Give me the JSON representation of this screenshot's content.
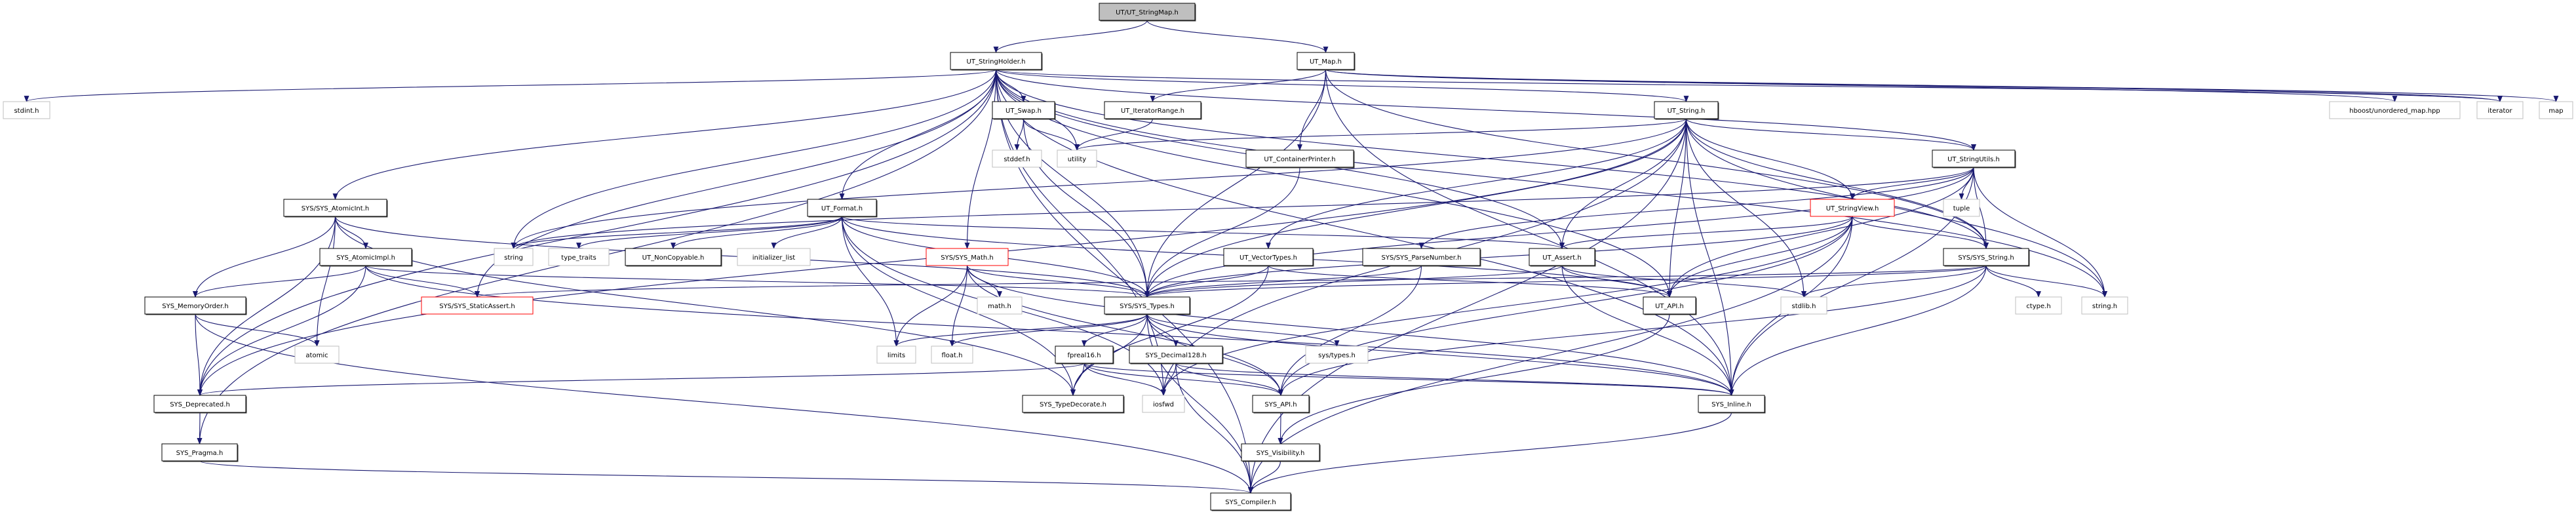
{
  "graph": {
    "edge_color": "#191970",
    "root_fill": "#bfbfbf",
    "truncated_border": "#ff0000",
    "external_border": "#bfbfbf",
    "nodes": [
      {
        "id": "root",
        "label": "UT/UT_StringMap.h",
        "style": "root"
      },
      {
        "id": "holder",
        "label": "UT_StringHolder.h",
        "style": "normal"
      },
      {
        "id": "map_h",
        "label": "UT_Map.h",
        "style": "normal"
      },
      {
        "id": "stdint",
        "label": "stdint.h",
        "style": "external"
      },
      {
        "id": "swap",
        "label": "UT_Swap.h",
        "style": "normal"
      },
      {
        "id": "iterrange",
        "label": "UT_IteratorRange.h",
        "style": "normal"
      },
      {
        "id": "utstring",
        "label": "UT_String.h",
        "style": "normal"
      },
      {
        "id": "hboost",
        "label": "hboost/unordered_map.hpp",
        "style": "external"
      },
      {
        "id": "iterator",
        "label": "iterator",
        "style": "external"
      },
      {
        "id": "map",
        "label": "map",
        "style": "external"
      },
      {
        "id": "stddef",
        "label": "stddef.h",
        "style": "external"
      },
      {
        "id": "utility",
        "label": "utility",
        "style": "external"
      },
      {
        "id": "contprinter",
        "label": "UT_ContainerPrinter.h",
        "style": "normal"
      },
      {
        "id": "strutils",
        "label": "UT_StringUtils.h",
        "style": "normal"
      },
      {
        "id": "atomicint",
        "label": "SYS/SYS_AtomicInt.h",
        "style": "normal"
      },
      {
        "id": "format",
        "label": "UT_Format.h",
        "style": "normal"
      },
      {
        "id": "strview",
        "label": "UT_StringView.h",
        "style": "truncated"
      },
      {
        "id": "tuple",
        "label": "tuple",
        "style": "external"
      },
      {
        "id": "atomicimpl",
        "label": "SYS_AtomicImpl.h",
        "style": "normal"
      },
      {
        "id": "string",
        "label": "string",
        "style": "external"
      },
      {
        "id": "typetraits",
        "label": "type_traits",
        "style": "external"
      },
      {
        "id": "noncopy",
        "label": "UT_NonCopyable.h",
        "style": "normal"
      },
      {
        "id": "initlist",
        "label": "initializer_list",
        "style": "external"
      },
      {
        "id": "sysmath",
        "label": "SYS/SYS_Math.h",
        "style": "truncated"
      },
      {
        "id": "vectypes",
        "label": "UT_VectorTypes.h",
        "style": "normal"
      },
      {
        "id": "parsenum",
        "label": "SYS/SYS_ParseNumber.h",
        "style": "normal"
      },
      {
        "id": "assert",
        "label": "UT_Assert.h",
        "style": "normal"
      },
      {
        "id": "sysstring",
        "label": "SYS/SYS_String.h",
        "style": "normal"
      },
      {
        "id": "memorder",
        "label": "SYS_MemoryOrder.h",
        "style": "normal"
      },
      {
        "id": "staticassert",
        "label": "SYS/SYS_StaticAssert.h",
        "style": "truncated"
      },
      {
        "id": "systypes",
        "label": "SYS/SYS_Types.h",
        "style": "normal"
      },
      {
        "id": "mathh",
        "label": "math.h",
        "style": "external"
      },
      {
        "id": "utapi",
        "label": "UT_API.h",
        "style": "normal"
      },
      {
        "id": "stdlib",
        "label": "stdlib.h",
        "style": "external"
      },
      {
        "id": "ctype",
        "label": "ctype.h",
        "style": "external"
      },
      {
        "id": "stringh",
        "label": "string.h",
        "style": "external"
      },
      {
        "id": "atomic",
        "label": "atomic",
        "style": "external"
      },
      {
        "id": "limits",
        "label": "limits",
        "style": "external"
      },
      {
        "id": "float",
        "label": "float.h",
        "style": "external"
      },
      {
        "id": "fpreal16",
        "label": "fpreal16.h",
        "style": "normal"
      },
      {
        "id": "decimal",
        "label": "SYS_Decimal128.h",
        "style": "normal"
      },
      {
        "id": "systypesh",
        "label": "sys/types.h",
        "style": "external"
      },
      {
        "id": "deprecated",
        "label": "SYS_Deprecated.h",
        "style": "normal"
      },
      {
        "id": "typedecorate",
        "label": "SYS_TypeDecorate.h",
        "style": "normal"
      },
      {
        "id": "iosfwd",
        "label": "iosfwd",
        "style": "external"
      },
      {
        "id": "sysapi",
        "label": "SYS_API.h",
        "style": "normal"
      },
      {
        "id": "inline",
        "label": "SYS_Inline.h",
        "style": "normal"
      },
      {
        "id": "pragma",
        "label": "SYS_Pragma.h",
        "style": "normal"
      },
      {
        "id": "visibility",
        "label": "SYS_Visibility.h",
        "style": "normal"
      },
      {
        "id": "compiler",
        "label": "SYS_Compiler.h",
        "style": "normal"
      }
    ],
    "edges": [
      [
        "root",
        "holder"
      ],
      [
        "root",
        "map_h"
      ],
      [
        "holder",
        "stdint"
      ],
      [
        "holder",
        "atomicint"
      ],
      [
        "holder",
        "format"
      ],
      [
        "holder",
        "swap"
      ],
      [
        "holder",
        "utility"
      ],
      [
        "holder",
        "sysmath"
      ],
      [
        "holder",
        "systypes"
      ],
      [
        "holder",
        "utstring"
      ],
      [
        "holder",
        "strutils"
      ],
      [
        "holder",
        "assert"
      ],
      [
        "holder",
        "utapi"
      ],
      [
        "holder",
        "string"
      ],
      [
        "holder",
        "staticassert"
      ],
      [
        "holder",
        "compiler"
      ],
      [
        "holder",
        "pragma"
      ],
      [
        "holder",
        "iosfwd"
      ],
      [
        "holder",
        "inline"
      ],
      [
        "holder",
        "sysstring"
      ],
      [
        "holder",
        "stringh"
      ],
      [
        "holder",
        "iterator"
      ],
      [
        "holder",
        "deprecated"
      ],
      [
        "map_h",
        "iterrange"
      ],
      [
        "map_h",
        "contprinter"
      ],
      [
        "map_h",
        "systypes"
      ],
      [
        "map_h",
        "hboost"
      ],
      [
        "map_h",
        "iterator"
      ],
      [
        "map_h",
        "map"
      ],
      [
        "map_h",
        "sysstring"
      ],
      [
        "map_h",
        "inline"
      ],
      [
        "swap",
        "stddef"
      ],
      [
        "swap",
        "utility"
      ],
      [
        "swap",
        "systypes"
      ],
      [
        "iterrange",
        "utility"
      ],
      [
        "contprinter",
        "systypes"
      ],
      [
        "utstring",
        "utility"
      ],
      [
        "utstring",
        "string"
      ],
      [
        "utstring",
        "assert"
      ],
      [
        "utstring",
        "utapi"
      ],
      [
        "utstring",
        "systypes"
      ],
      [
        "utstring",
        "inline"
      ],
      [
        "utstring",
        "sysstring"
      ],
      [
        "utstring",
        "strutils"
      ],
      [
        "utstring",
        "strview"
      ],
      [
        "utstring",
        "vectypes"
      ],
      [
        "utstring",
        "stdlib"
      ],
      [
        "utstring",
        "stringh"
      ],
      [
        "utstring",
        "iosfwd"
      ],
      [
        "utstring",
        "compiler"
      ],
      [
        "utstring",
        "deprecated"
      ],
      [
        "strutils",
        "strview"
      ],
      [
        "strutils",
        "tuple"
      ],
      [
        "strutils",
        "sysstring"
      ],
      [
        "strutils",
        "utapi"
      ],
      [
        "strutils",
        "systypes"
      ],
      [
        "strutils",
        "string"
      ],
      [
        "strutils",
        "stringh"
      ],
      [
        "strutils",
        "inline"
      ],
      [
        "strutils",
        "parsenum"
      ],
      [
        "strview",
        "assert"
      ],
      [
        "strview",
        "utapi"
      ],
      [
        "strview",
        "sysstring"
      ],
      [
        "strview",
        "inline"
      ],
      [
        "strview",
        "compiler"
      ],
      [
        "strview",
        "iosfwd"
      ],
      [
        "strview",
        "sysapi"
      ],
      [
        "strview",
        "systypes"
      ],
      [
        "sysstring",
        "stdlib"
      ],
      [
        "sysstring",
        "ctype"
      ],
      [
        "sysstring",
        "stringh"
      ],
      [
        "sysstring",
        "inline"
      ],
      [
        "sysstring",
        "systypes"
      ],
      [
        "sysstring",
        "sysapi"
      ],
      [
        "sysstring",
        "staticassert"
      ],
      [
        "atomicint",
        "atomicimpl"
      ],
      [
        "atomicint",
        "memorder"
      ],
      [
        "atomicint",
        "atomic"
      ],
      [
        "atomicint",
        "systypes"
      ],
      [
        "atomicint",
        "typedecorate"
      ],
      [
        "atomicint",
        "deprecated"
      ],
      [
        "atomicimpl",
        "memorder"
      ],
      [
        "atomicimpl",
        "staticassert"
      ],
      [
        "atomicimpl",
        "deprecated"
      ],
      [
        "atomicimpl",
        "systypes"
      ],
      [
        "atomicimpl",
        "inline"
      ],
      [
        "memorder",
        "atomic"
      ],
      [
        "memorder",
        "deprecated"
      ],
      [
        "memorder",
        "compiler"
      ],
      [
        "deprecated",
        "pragma"
      ],
      [
        "pragma",
        "compiler"
      ],
      [
        "format",
        "string"
      ],
      [
        "format",
        "typetraits"
      ],
      [
        "format",
        "noncopy"
      ],
      [
        "format",
        "initlist"
      ],
      [
        "format",
        "limits"
      ],
      [
        "format",
        "systypes"
      ],
      [
        "format",
        "assert"
      ],
      [
        "format",
        "utapi"
      ],
      [
        "format",
        "typedecorate"
      ],
      [
        "format",
        "iosfwd"
      ],
      [
        "sysmath",
        "systypes"
      ],
      [
        "sysmath",
        "mathh"
      ],
      [
        "sysmath",
        "limits"
      ],
      [
        "sysmath",
        "float"
      ],
      [
        "sysmath",
        "inline"
      ],
      [
        "sysmath",
        "sysapi"
      ],
      [
        "vectypes",
        "systypes"
      ],
      [
        "vectypes",
        "utapi"
      ],
      [
        "vectypes",
        "typedecorate"
      ],
      [
        "parsenum",
        "systypes"
      ],
      [
        "parsenum",
        "sysapi"
      ],
      [
        "assert",
        "utapi"
      ],
      [
        "assert",
        "inline"
      ],
      [
        "assert",
        "systypes"
      ],
      [
        "assert",
        "stdlib"
      ],
      [
        "utapi",
        "visibility"
      ],
      [
        "systypes",
        "limits"
      ],
      [
        "systypes",
        "float"
      ],
      [
        "systypes",
        "fpreal16"
      ],
      [
        "systypes",
        "decimal"
      ],
      [
        "systypes",
        "systypesh"
      ],
      [
        "systypes",
        "typedecorate"
      ],
      [
        "systypes",
        "inline"
      ],
      [
        "systypes",
        "compiler"
      ],
      [
        "systypes",
        "sysapi"
      ],
      [
        "fpreal16",
        "typedecorate"
      ],
      [
        "fpreal16",
        "iosfwd"
      ],
      [
        "fpreal16",
        "sysapi"
      ],
      [
        "fpreal16",
        "inline"
      ],
      [
        "fpreal16",
        "deprecated"
      ],
      [
        "decimal",
        "iosfwd"
      ],
      [
        "decimal",
        "sysapi"
      ],
      [
        "decimal",
        "compiler"
      ],
      [
        "decimal",
        "inline"
      ],
      [
        "sysapi",
        "visibility"
      ],
      [
        "visibility",
        "compiler"
      ],
      [
        "inline",
        "compiler"
      ]
    ]
  }
}
